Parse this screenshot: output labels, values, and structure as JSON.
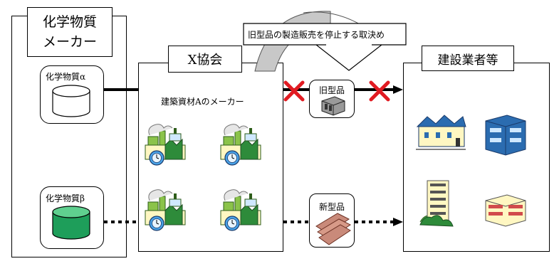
{
  "chemical_makers": {
    "title_line1": "化学物質",
    "title_line2": "メーカー",
    "alpha_label": "化学物質α",
    "beta_label": "化学物質β"
  },
  "association": {
    "title": "X協会",
    "members_caption": "建築資材Aのメーカー"
  },
  "builders": {
    "title": "建設業者等"
  },
  "agreement": {
    "callout_text": "旧型品の製造販売を停止する取決め"
  },
  "products": {
    "old_label": "旧型品",
    "new_label": "新型品"
  },
  "colors": {
    "alpha_cylinder_fill": "#ffffff",
    "beta_cylinder_fill": "#1e9e5a",
    "cross_mark": "#e11b22",
    "arc_fill": "#c8c8c8"
  }
}
